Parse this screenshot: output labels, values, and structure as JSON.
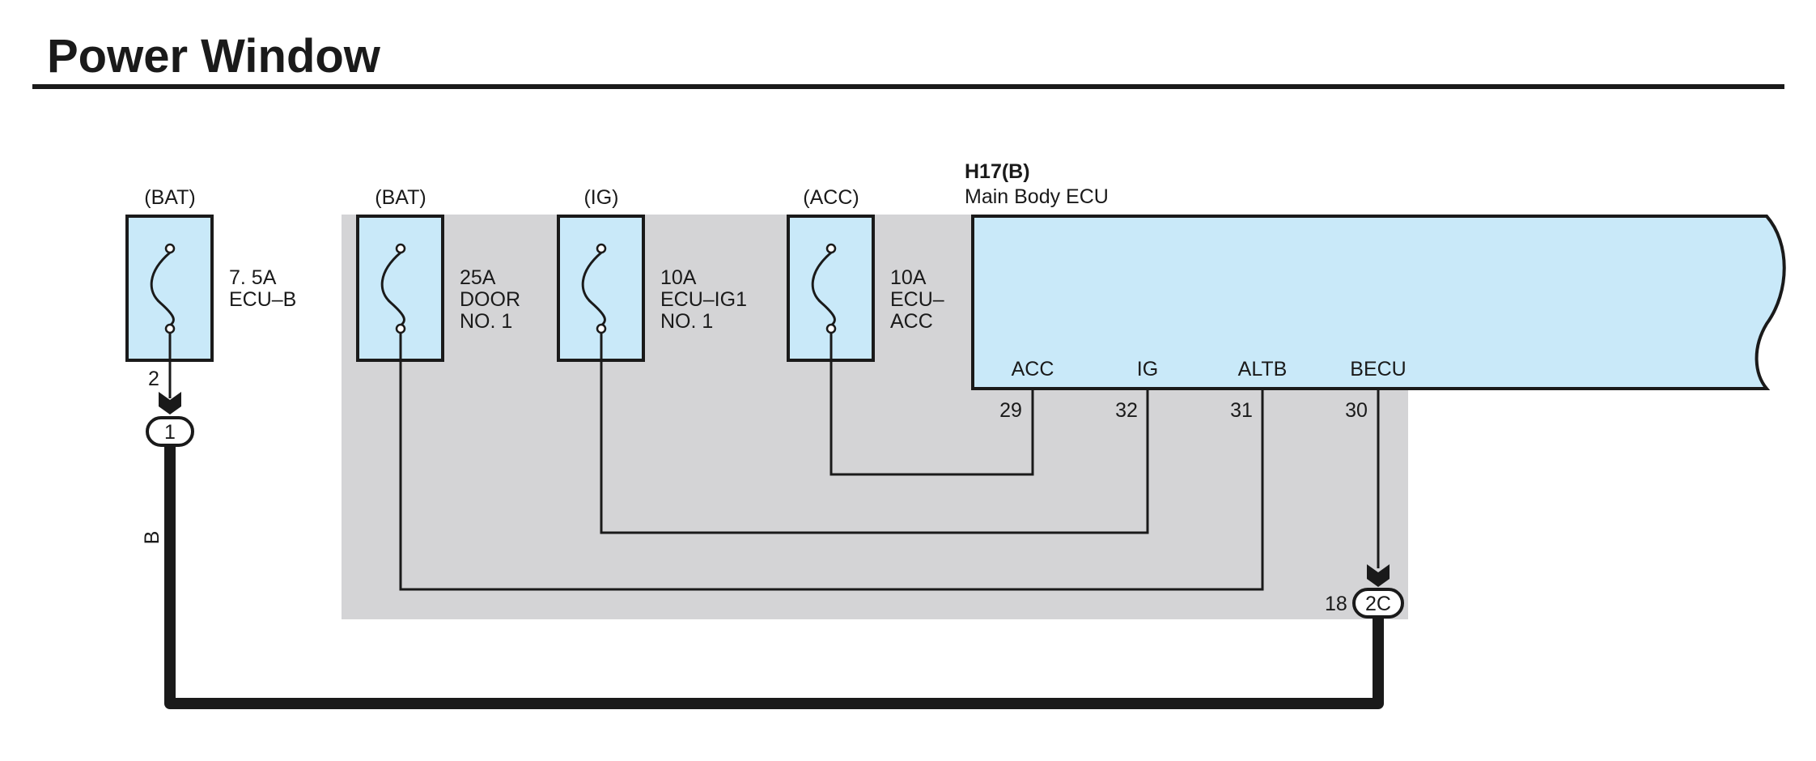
{
  "title": "Power Window",
  "colors": {
    "component_fill": "#c9e9f9",
    "shaded_area": "#d4d4d6",
    "line": "#1a1a1a"
  },
  "fuses": [
    {
      "source": "(BAT)",
      "rating": "7. 5A",
      "name_1": "ECU–B",
      "name_2": "",
      "terminal": "2"
    },
    {
      "source": "(BAT)",
      "rating": "25A",
      "name_1": "DOOR",
      "name_2": "NO. 1"
    },
    {
      "source": "(IG)",
      "rating": "10A",
      "name_1": "ECU–IG1",
      "name_2": "NO. 1"
    },
    {
      "source": "(ACC)",
      "rating": "10A",
      "name_1": "ECU–",
      "name_2": "ACC"
    }
  ],
  "ecu": {
    "connector": "H17(B)",
    "name": "Main Body ECU",
    "pins": [
      {
        "label": "ACC",
        "number": "29"
      },
      {
        "label": "IG",
        "number": "32"
      },
      {
        "label": "ALTB",
        "number": "31"
      },
      {
        "label": "BECU",
        "number": "30"
      }
    ]
  },
  "connectors": [
    {
      "id": "1"
    },
    {
      "id": "2C",
      "pin": "18"
    }
  ],
  "wire_color": "B"
}
